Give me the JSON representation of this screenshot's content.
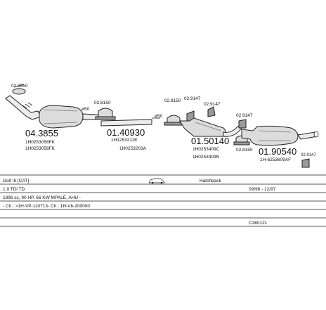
{
  "parts": {
    "p_02_8950_top": "02.8950",
    "p_4_38": "04.3855",
    "p_4_38_ref1": "1H0253058FK",
    "p_4_38_ref2": "1H0253058FK",
    "d50_a": "ø50",
    "p_02_8150_a": "02.8150",
    "p_01_40930": "01.40930",
    "p_01_40930_ref1": "1H1253211E",
    "p_01_40930_ref2": "1H0253203A",
    "d50_b": "ø50",
    "p_02_8150_b": "02.8150",
    "p_02_9147_a": "02.9147",
    "p_02_9147_b": "02.9147",
    "p_01_50140": "01.50140",
    "p_01_50140_ref1": "1H0253409C",
    "p_01_50140_ref2": "1H0253409N",
    "p_02_9147_c": "02.9147",
    "p_02_8150_c": "02.8150",
    "p_01_90540": "01.90540",
    "p_01_90540_ref": "1H-6253609AF",
    "p_02_9147_d": "02.9147"
  },
  "info": {
    "model": "Golf III [CAT]",
    "body": "Hatchback",
    "engine": "1.9 TDi TD",
    "period": "09/96 - 12/97",
    "specs": "1896 cc, 90 HP, 66 KW MPALE, AHU -",
    "chassis": "- Ch.: >1H-VP-110713- Ch.: 1H-Vb-200000",
    "code": "C380121"
  }
}
